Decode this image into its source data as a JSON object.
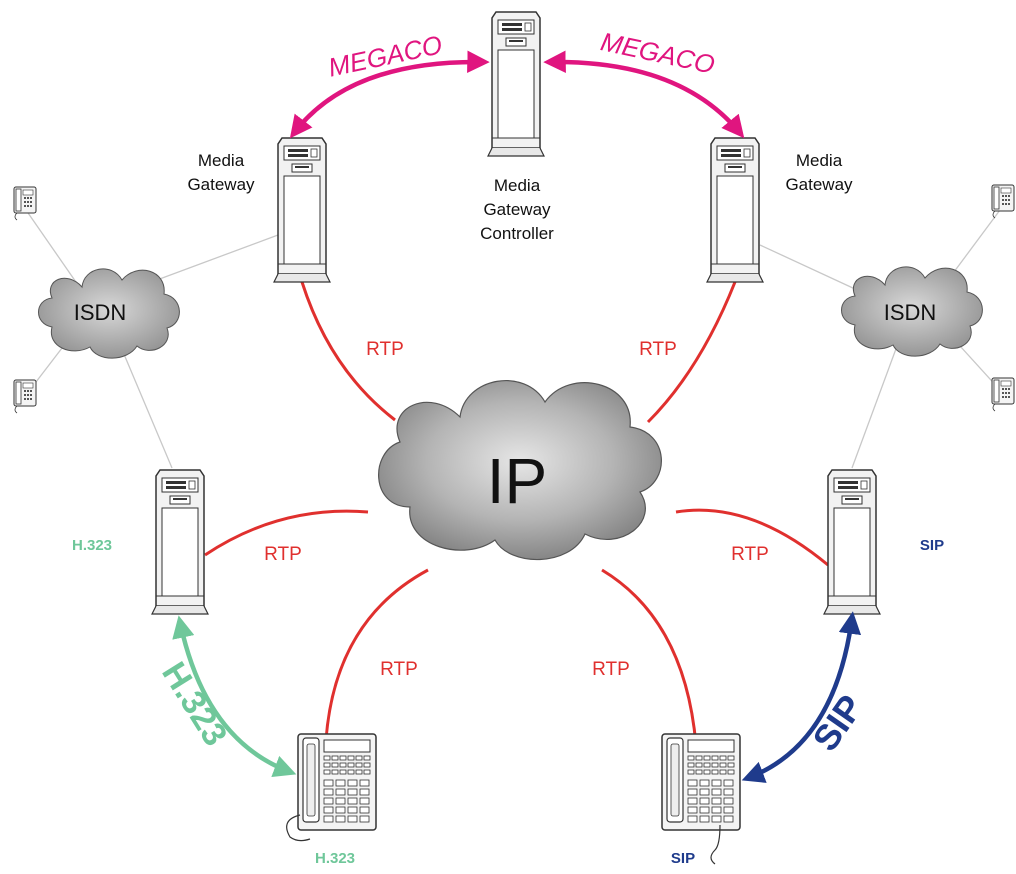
{
  "diagram": {
    "labels": {
      "megaco_left": "MEGACO",
      "megaco_right": "MEGACO",
      "mgc": [
        "Media",
        "Gateway",
        "Controller"
      ],
      "mg_left": [
        "Media",
        "Gateway"
      ],
      "mg_right": [
        "Media",
        "Gateway"
      ],
      "isdn_left": "ISDN",
      "isdn_right": "ISDN",
      "ip": "IP",
      "rtp": [
        "RTP",
        "RTP",
        "RTP",
        "RTP",
        "RTP",
        "RTP"
      ],
      "h323_server": "H.323",
      "h323_phone": "H.323",
      "h323_arrow": "H.323",
      "sip_server": "SIP",
      "sip_phone": "SIP",
      "sip_arrow": "SIP"
    },
    "colors": {
      "megaco": "#e0157f",
      "rtp": "#e0302e",
      "h323": "#6fc79a",
      "sip": "#1f3b8c",
      "cloud": "#8f8f8f",
      "line": "#c8c8c8"
    }
  }
}
